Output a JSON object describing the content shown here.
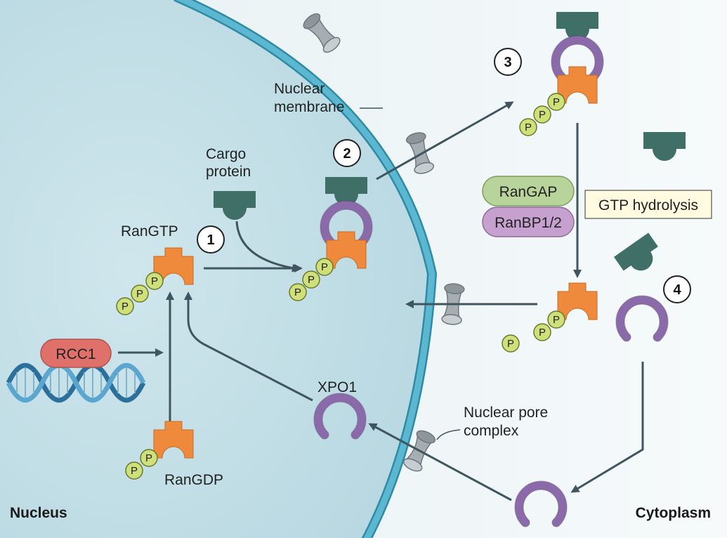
{
  "labels": {
    "nucleus": "Nucleus",
    "cytoplasm": "Cytoplasm",
    "nuclear_membrane": "Nuclear\nmembrane",
    "cargo_protein": "Cargo\nprotein",
    "ran_gtp": "RanGTP",
    "ran_gdp": "RanGDP",
    "rcc1": "RCC1",
    "xpo1": "XPO1",
    "ran_gap": "RanGAP",
    "ran_bp": "RanBP1/2",
    "gtp_hydrolysis": "GTP hydrolysis",
    "nuclear_pore": "Nuclear pore\ncomplex",
    "phosphate": "P"
  },
  "steps": [
    "1",
    "2",
    "3",
    "4"
  ],
  "colors": {
    "nucleus_fill": "#c4dfe6",
    "cytoplasm_fill": "#eef5f7",
    "membrane": "#4aa8c2",
    "ran": "#ef8a3c",
    "phosphate": "#cfe07a",
    "cargo": "#3f6f66",
    "xpo1": "#8a6aa8",
    "rcc1": "#e0706a",
    "rangap": "#b9d49a",
    "ranbp": "#c6a0cf",
    "pore": "#9aa3a8",
    "arrow": "#3f5560"
  }
}
